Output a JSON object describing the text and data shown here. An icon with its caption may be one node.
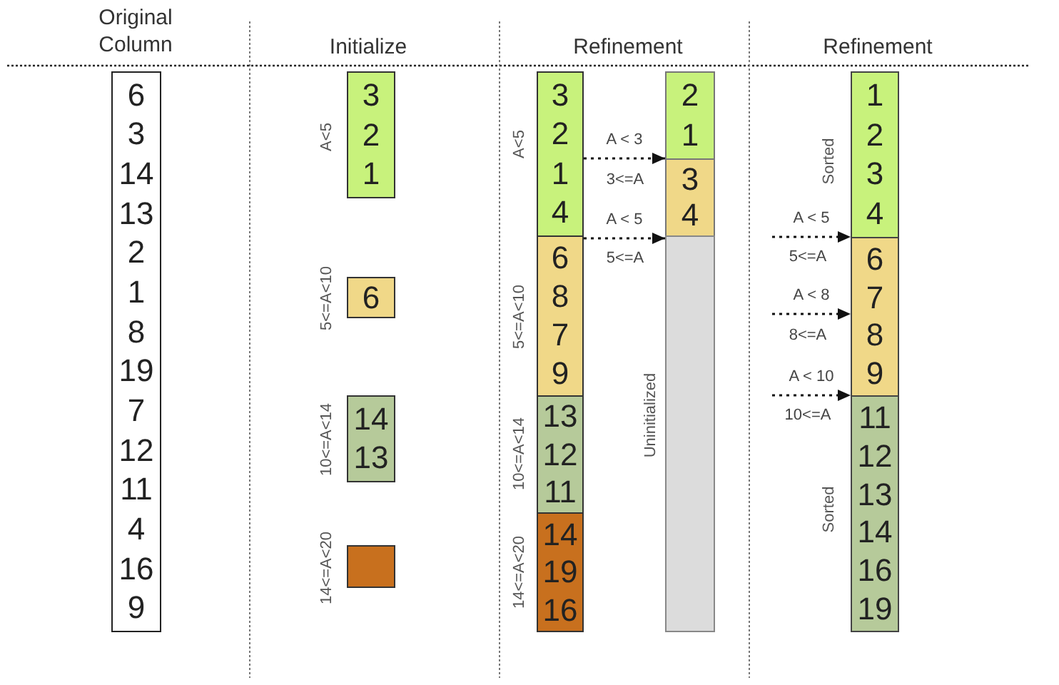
{
  "diagram": {
    "nodes": [
      {
        "text": [
          "6",
          "3",
          "14",
          "13",
          "2",
          "1",
          "8",
          "19",
          "7",
          "12",
          "11",
          "4",
          "16",
          "9"
        ]
      },
      {
        "text": [
          "3",
          "2",
          "1"
        ],
        "beside": [
          "A<5"
        ]
      },
      {
        "text": [
          "6"
        ],
        "beside": [
          "5<=A<10"
        ]
      },
      {
        "text": [
          "14",
          "13"
        ],
        "beside": [
          "10<=A<14"
        ]
      },
      {
        "text": [],
        "shape": "box",
        "beside": [
          "14<=A<20"
        ]
      },
      {
        "text": [
          "3",
          "2",
          "1",
          "4"
        ],
        "beside": [
          "A<5"
        ]
      },
      {
        "text": [
          "6",
          "8",
          "7",
          "9"
        ],
        "beside": [
          "5<=A<10"
        ]
      },
      {
        "text": [
          "13",
          "12",
          "11"
        ],
        "beside": [
          "10<=A<14"
        ]
      },
      {
        "text": [
          "14",
          "19",
          "16"
        ],
        "beside": [
          "14<=A<20"
        ]
      },
      {
        "text": [
          "2",
          "1"
        ]
      },
      {
        "text": [
          "3",
          "4"
        ]
      },
      {
        "text": [],
        "shape": "box",
        "beside": [
          "Uninitialized"
        ]
      },
      {
        "text": [
          "1",
          "2",
          "3",
          "4"
        ],
        "beside": [
          "Sorted"
        ]
      },
      {
        "text": [
          "6",
          "7",
          "8",
          "9"
        ]
      },
      {
        "text": [
          "11",
          "12",
          "13",
          "14",
          "16",
          "19"
        ],
        "beside": [
          "Sorted"
        ]
      }
    ],
    "edges": [
      {
        "from": 5,
        "to": 10,
        "arrow": "to",
        "style": "dashed",
        "label": "A < 3"
      },
      {
        "from": 6,
        "to": 11,
        "arrow": "to",
        "style": "dashed",
        "label": "A < 5"
      },
      {
        "from": null,
        "to": 13,
        "arrow": "to",
        "style": "dashed",
        "label": "A < 5"
      },
      {
        "from": null,
        "to": 13,
        "arrow": "to",
        "style": "dashed",
        "label": "A < 8"
      },
      {
        "from": null,
        "to": 14,
        "arrow": "to",
        "style": "dashed",
        "label": "A < 10"
      }
    ],
    "labels": [
      "Original Column",
      "Initialize",
      "Refinement",
      "Refinement",
      "3<=A",
      "5<=A",
      "5<=A",
      "8<=A",
      "10<=A"
    ]
  }
}
